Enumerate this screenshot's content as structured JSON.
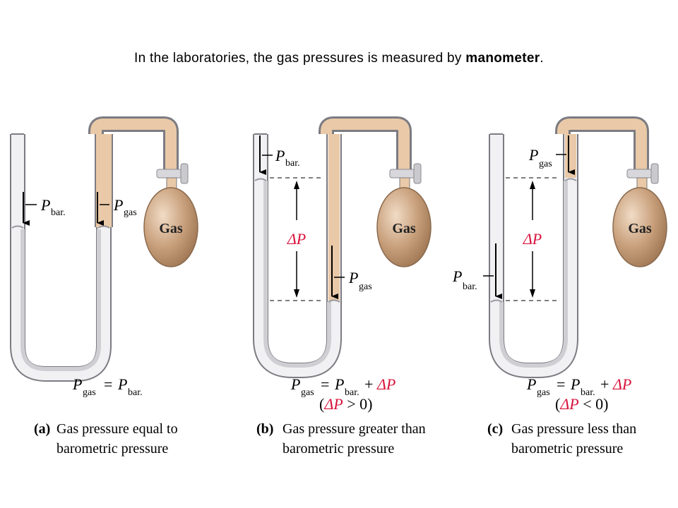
{
  "headline": {
    "prefix": "In the laboratories, the gas pressures is measured by ",
    "bold": "manometer",
    "suffix": "."
  },
  "colors": {
    "tube_fill": "#e4e4e6",
    "tube_edge": "#8a8a90",
    "gas_line": "#e9c9a7",
    "bulb": "#c49a74",
    "delta_red": "#d8143c"
  },
  "symbols": {
    "P": "P",
    "sub_bar": "bar.",
    "sub_gas": "gas",
    "gas_label": "Gas",
    "delta_p": "ΔP",
    "equals": "=",
    "plus": "+"
  },
  "panels": [
    {
      "letter": "(a)",
      "caption_line1": "Gas pressure equal to",
      "caption_line2": "barometric pressure",
      "condition": ""
    },
    {
      "letter": "(b)",
      "caption_line1": "Gas pressure greater than",
      "caption_line2": "barometric pressure",
      "condition_open": "(",
      "condition_op": " > 0)"
    },
    {
      "letter": "(c)",
      "caption_line1": "Gas pressure less than",
      "caption_line2": "barometric pressure",
      "condition_open": "(",
      "condition_op": " < 0)"
    }
  ]
}
